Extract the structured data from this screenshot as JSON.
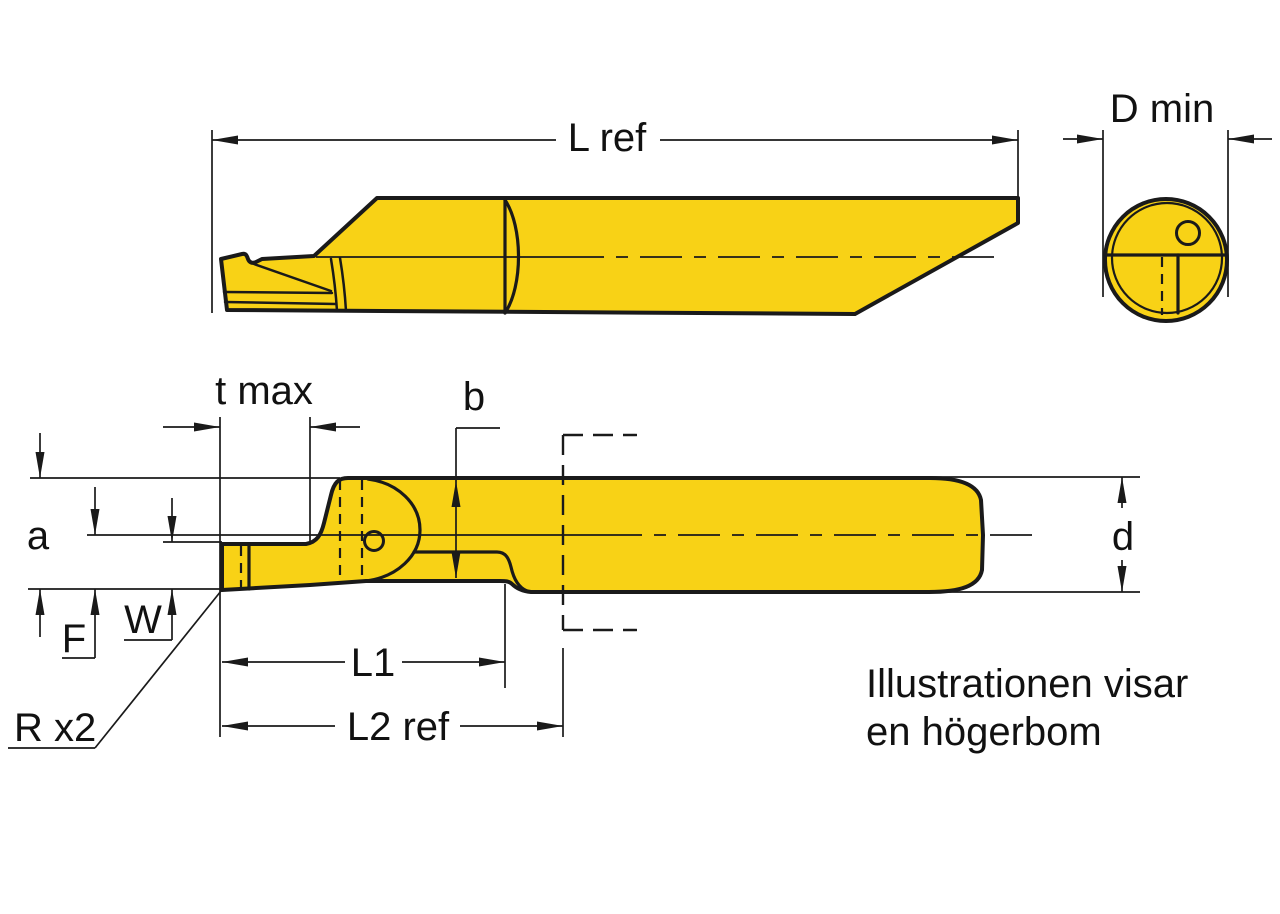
{
  "labels": {
    "l_ref": "L ref",
    "d_min": "D min",
    "t_max": "t max",
    "b": "b",
    "a": "a",
    "f": "F",
    "w": "W",
    "r": "R x2",
    "l1": "L1",
    "l2_ref": "L2 ref",
    "d": "d"
  },
  "note": {
    "line1": "Illustrationen visar",
    "line2": "en högerbom"
  },
  "colors": {
    "tool_fill": "#F8D216",
    "line_color": "#1A1A1A",
    "background": "#FFFFFF"
  }
}
